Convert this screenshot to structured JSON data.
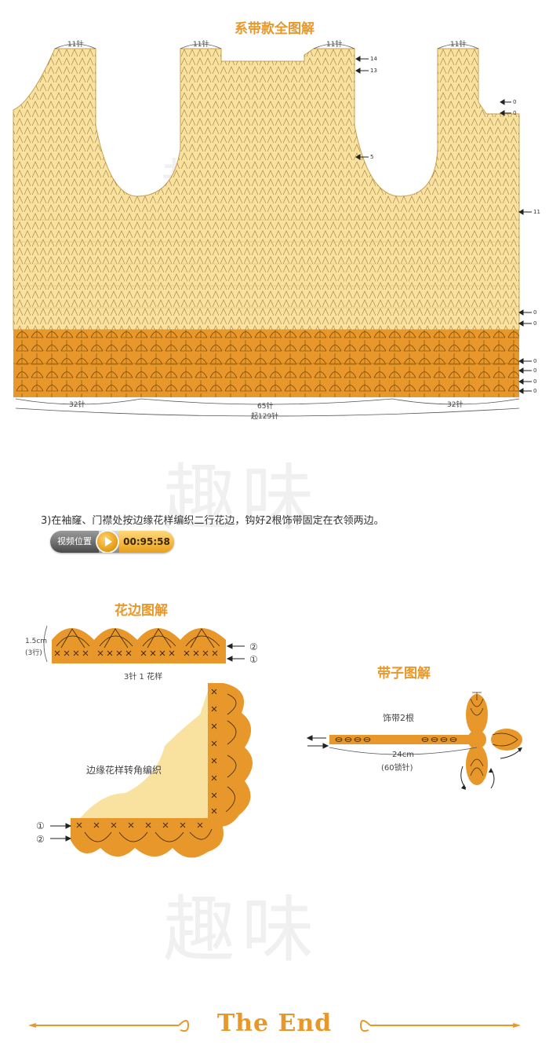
{
  "title_main": "系带款全图解",
  "stitch_labels": {
    "top": "11针",
    "bottom_left": "32针",
    "bottom_mid": "65针",
    "bottom_right": "32针",
    "total": "起129针"
  },
  "row_labels": {
    "r14": "14",
    "r13": "13",
    "r5": "5",
    "r11": "11",
    "o": "0"
  },
  "caption": "3)在袖窿、门襟处按边缘花样编织二行花边，钩好2根饰带固定在衣领两边。",
  "video": {
    "label": "视频位置",
    "time": "00:95:58"
  },
  "edge_title": "花边图解",
  "edge": {
    "height_cm": "1.5cm",
    "rows": "(3行)",
    "pattern": "3针 1 花样",
    "marker1": "①",
    "marker2": "②"
  },
  "corner_label": "边缘花样转角编织",
  "tie_title": "带子图解",
  "tie": {
    "label": "饰带2根",
    "length": "24cm",
    "chain": "(60锁针)"
  },
  "watermark": "趣味",
  "end_text": "The End",
  "colors": {
    "light": "#f9e29f",
    "mid": "#f3c869",
    "dark": "#e8982b",
    "line": "#333333"
  }
}
